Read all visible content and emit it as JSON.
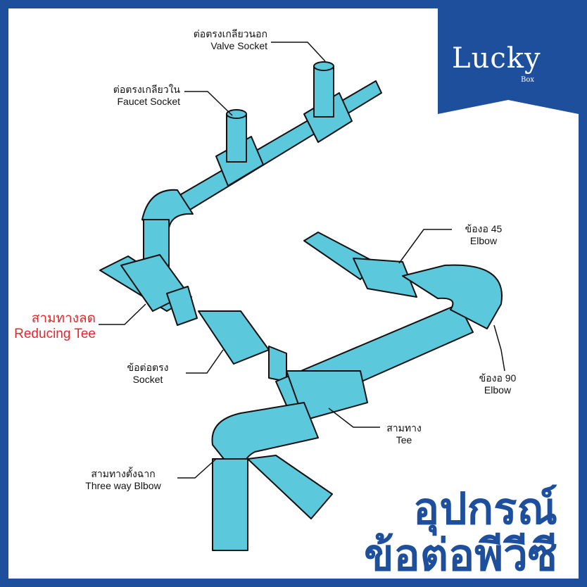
{
  "brand": {
    "name": "Lucky",
    "sub": "Box"
  },
  "labels": {
    "valve_socket_th": "ต่อตรงเกลียวนอก",
    "valve_socket_en": "Valve Socket",
    "faucet_socket_th": "ต่อตรงเกลียวใน",
    "faucet_socket_en": "Faucet Socket",
    "reducing_tee_th": "สามทางลด",
    "reducing_tee_en": "Reducing Tee",
    "socket_th": "ข้อต่อตรง",
    "socket_en": "Socket",
    "elbow45_th": "ข้องอ 45",
    "elbow45_en": "Elbow",
    "elbow90_th": "ข้องอ 90",
    "elbow90_en": "Elbow",
    "tee_th": "สามทาง",
    "tee_en": "Tee",
    "three_way_th": "สามทางตั้งฉาก",
    "three_way_en": "Three way Blbow"
  },
  "title": {
    "line1": "อุปกรณ์",
    "line2": "ข้อต่อพีวีซี"
  },
  "colors": {
    "pipe": "#5cc8dc",
    "outline": "#111111",
    "frame": "#1d4f9c",
    "accent": "#e6262b"
  }
}
